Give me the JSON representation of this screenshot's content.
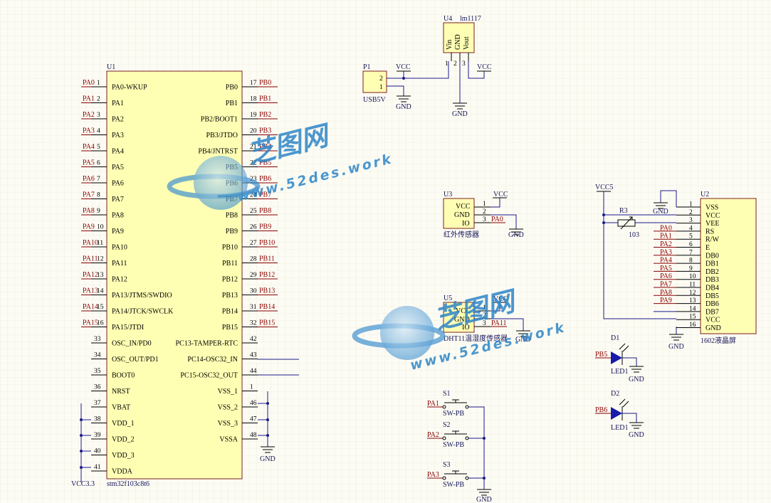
{
  "watermark": {
    "logo_text": "芝图网",
    "url_text": "www.52des.work"
  },
  "u1": {
    "ref": "U1",
    "part": "stm32f103c8t6",
    "left_pins": [
      {
        "net": "PA0",
        "num": "1",
        "name": "PA0-WKUP"
      },
      {
        "net": "PA1",
        "num": "2",
        "name": "PA1"
      },
      {
        "net": "PA2",
        "num": "3",
        "name": "PA2"
      },
      {
        "net": "PA3",
        "num": "4",
        "name": "PA3"
      },
      {
        "net": "PA4",
        "num": "5",
        "name": "PA4"
      },
      {
        "net": "PA5",
        "num": "6",
        "name": "PA5"
      },
      {
        "net": "PA6",
        "num": "7",
        "name": "PA6"
      },
      {
        "net": "PA7",
        "num": "8",
        "name": "PA7"
      },
      {
        "net": "PA8",
        "num": "9",
        "name": "PA8"
      },
      {
        "net": "PA9",
        "num": "10",
        "name": "PA9"
      },
      {
        "net": "PA10",
        "num": "11",
        "name": "PA10"
      },
      {
        "net": "PA11",
        "num": "12",
        "name": "PA11"
      },
      {
        "net": "PA12",
        "num": "13",
        "name": "PA12"
      },
      {
        "net": "PA13",
        "num": "14",
        "name": "PA13/JTMS/SWDIO"
      },
      {
        "net": "PA14",
        "num": "15",
        "name": "PA14/JTCK/SWCLK"
      },
      {
        "net": "PA15",
        "num": "16",
        "name": "PA15/JTDI"
      },
      {
        "net": "",
        "num": "33",
        "name": "OSC_IN/PD0"
      },
      {
        "net": "",
        "num": "34",
        "name": "OSC_OUT/PD1"
      },
      {
        "net": "",
        "num": "35",
        "name": "BOOT0"
      },
      {
        "net": "",
        "num": "36",
        "name": "NRST"
      },
      {
        "net": "",
        "num": "37",
        "name": "VBAT"
      },
      {
        "net": "",
        "num": "38",
        "name": "VDD_1"
      },
      {
        "net": "",
        "num": "39",
        "name": "VDD_2"
      },
      {
        "net": "",
        "num": "40",
        "name": "VDD_3"
      },
      {
        "net": "",
        "num": "41",
        "name": "VDDA"
      }
    ],
    "right_pins": [
      {
        "net": "PB0",
        "num": "17",
        "name": "PB0"
      },
      {
        "net": "PB1",
        "num": "18",
        "name": "PB1"
      },
      {
        "net": "PB2",
        "num": "19",
        "name": "PB2/BOOT1"
      },
      {
        "net": "PB3",
        "num": "20",
        "name": "PB3/JTDO"
      },
      {
        "net": "PB4",
        "num": "21",
        "name": "PB4/JNTRST"
      },
      {
        "net": "PB5",
        "num": "22",
        "name": "PB5"
      },
      {
        "net": "PB6",
        "num": "23",
        "name": "PB6"
      },
      {
        "net": "PB7",
        "num": "24",
        "name": "PB7"
      },
      {
        "net": "PB8",
        "num": "25",
        "name": "PB8"
      },
      {
        "net": "PB9",
        "num": "26",
        "name": "PB9"
      },
      {
        "net": "PB10",
        "num": "27",
        "name": "PB10"
      },
      {
        "net": "PB11",
        "num": "28",
        "name": "PB11"
      },
      {
        "net": "PB12",
        "num": "29",
        "name": "PB12"
      },
      {
        "net": "PB13",
        "num": "30",
        "name": "PB13"
      },
      {
        "net": "PB14",
        "num": "31",
        "name": "PB14"
      },
      {
        "net": "PB15",
        "num": "32",
        "name": "PB15"
      },
      {
        "net": "",
        "num": "42",
        "name": "PC13-TAMPER-RTC"
      },
      {
        "net": "",
        "num": "43",
        "name": "PC14-OSC32_IN"
      },
      {
        "net": "",
        "num": "44",
        "name": "PC15-OSC32_OUT"
      },
      {
        "net": "",
        "num": "1",
        "name": "VSS_1"
      },
      {
        "net": "",
        "num": "46",
        "name": "VSS_2"
      },
      {
        "net": "",
        "num": "47",
        "name": "VSS_3"
      },
      {
        "net": "",
        "num": "48",
        "name": "VSSA"
      }
    ],
    "vcc_label": "VCC3.3",
    "gnd_label": "GND"
  },
  "p1": {
    "ref": "P1",
    "part": "USB5V",
    "pin2": "2",
    "pin1": "1",
    "vcc": "VCC",
    "gnd": "GND"
  },
  "u4": {
    "ref": "U4",
    "part": "lm1117",
    "pins": [
      "Vin",
      "GND",
      "Vout"
    ],
    "nums": [
      "1",
      "2",
      "3"
    ],
    "vcc": "VCC",
    "gnd": "GND"
  },
  "u3": {
    "ref": "U3",
    "part": "红外传感器",
    "pins": [
      "VCC",
      "GND",
      "IO"
    ],
    "nums": [
      "1",
      "2",
      "3"
    ],
    "vcc": "VCC",
    "io_net": "PA0",
    "gnd": "GND"
  },
  "u5": {
    "ref": "U5",
    "part": "DHT11温湿度传感器",
    "pins": [
      "VCC",
      "GND",
      "IO"
    ],
    "nums": [
      "1",
      "2",
      "3"
    ],
    "vcc": "VCC",
    "io_net": "PA11",
    "gnd": "GND"
  },
  "u2": {
    "ref": "U2",
    "part": "1602液晶屏",
    "pins": [
      {
        "num": "1",
        "name": "VSS",
        "net": ""
      },
      {
        "num": "2",
        "name": "VCC",
        "net": ""
      },
      {
        "num": "3",
        "name": "VEE",
        "net": ""
      },
      {
        "num": "4",
        "name": "RS",
        "net": "PA0"
      },
      {
        "num": "5",
        "name": "R/W",
        "net": "PA1"
      },
      {
        "num": "6",
        "name": "E",
        "net": "PA2"
      },
      {
        "num": "7",
        "name": "DB0",
        "net": "PA3"
      },
      {
        "num": "8",
        "name": "DB1",
        "net": "PA4"
      },
      {
        "num": "9",
        "name": "DB2",
        "net": "PA5"
      },
      {
        "num": "10",
        "name": "DB3",
        "net": "PA6"
      },
      {
        "num": "11",
        "name": "DB4",
        "net": "PA7"
      },
      {
        "num": "12",
        "name": "DB5",
        "net": "PA8"
      },
      {
        "num": "13",
        "name": "DB6",
        "net": "PA9"
      },
      {
        "num": "14",
        "name": "DB7",
        "net": ""
      },
      {
        "num": "15",
        "name": "VCC",
        "net": ""
      },
      {
        "num": "16",
        "name": "GND",
        "net": ""
      }
    ],
    "vcc5": "VCC5",
    "r3": "R3",
    "r3_val": "103",
    "gnd": "GND"
  },
  "d1": {
    "ref": "D1",
    "part": "LED1",
    "net": "PB5",
    "gnd": "GND"
  },
  "d2": {
    "ref": "D2",
    "part": "LED1",
    "net": "PB6",
    "gnd": "GND"
  },
  "switches": [
    {
      "ref": "S1",
      "part": "SW-PB",
      "net": "PA1"
    },
    {
      "ref": "S2",
      "part": "SW-PB",
      "net": "PA2"
    },
    {
      "ref": "S3",
      "part": "SW-PB",
      "net": "PA3"
    }
  ],
  "sw_gnd": "GND",
  "colors": {
    "body": "#ffffb4",
    "wire": "#1a1a8c",
    "net_label": "#8a0000",
    "grid": "#e6e4d6",
    "watermark": "#2e86c8"
  }
}
